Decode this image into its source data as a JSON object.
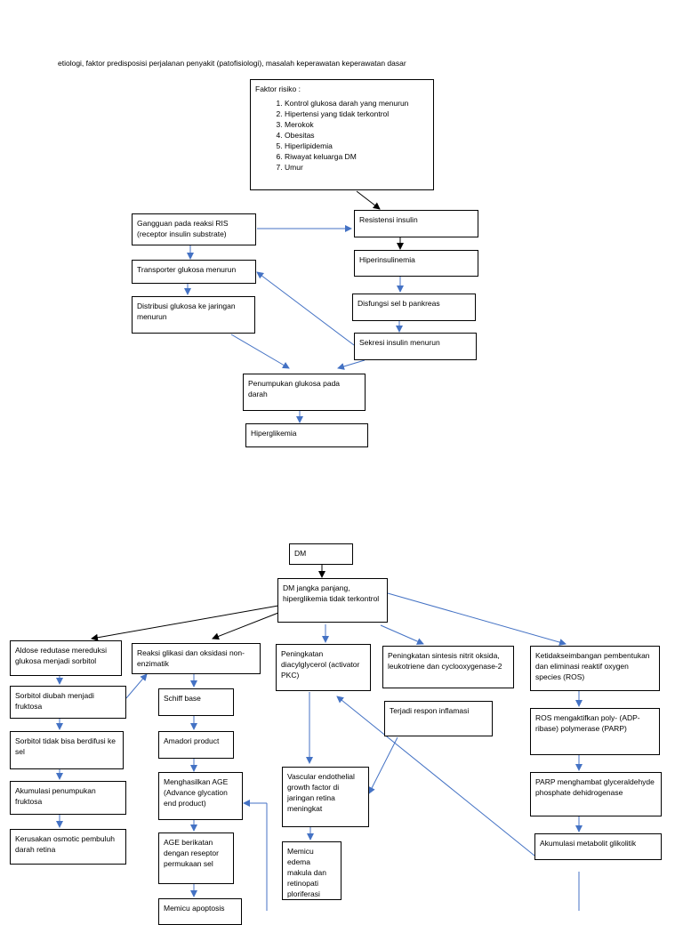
{
  "header": {
    "title": "etiologi, faktor predisposisi perjalanan penyakit (patofisiologi), masalah keperawatan keperawatan dasar"
  },
  "diagram1": {
    "risk_factors": {
      "heading": "Faktor risiko :",
      "items": [
        "Kontrol glukosa darah yang menurun",
        "Hipertensi yang tidak terkontrol",
        "Merokok",
        "Obesitas",
        "Hiperlipidemia",
        "Riwayat keluarga DM",
        "Umur"
      ]
    },
    "ris": "Gangguan pada reaksi RIS (receptor insulin substrate)",
    "resistensi": "Resistensi insulin",
    "hiperinsulinemia": "Hiperinsulinemia",
    "disfungsi": "Disfungsi sel b pankreas",
    "sekresi": "Sekresi insulin menurun",
    "transporter": "Transporter glukosa menurun",
    "distribusi": "Distribusi glukosa ke jaringan menurun",
    "penumpukan": "Penumpukan glukosa pada darah",
    "hiperglikemia": "Hiperglikemia"
  },
  "diagram2": {
    "dm": "DM",
    "dm_long": "DM jangka panjang, hiperglikemia tidak terkontrol",
    "aldose": "Aldose redutase mereduksi glukosa menjadi sorbitol",
    "sorbitol_fruktosa": "Sorbitol diubah menjadi fruktosa",
    "sorbitol_difusi": "Sorbitol tidak bisa berdifusi ke sel",
    "akumulasi_fruktosa": "Akumulasi penumpukan fruktosa",
    "kerusakan": "Kerusakan osmotic pembuluh darah retina",
    "reaksi_glikasi": "Reaksi glikasi dan oksidasi non-enzimatik",
    "schiff": "Schiff base",
    "amadori": "Amadori product",
    "age": "Menghasilkan AGE (Advance glycation end product)",
    "age_reseptor": "AGE berikatan dengan reseptor permukaan sel",
    "apoptosis": "Memicu apoptosis",
    "dag": "Peningkatan diacylglycerol (activator PKC)",
    "nitrit": "Peningkatan sintesis nitrit oksida, leukotriene dan cyclooxygenase-2",
    "inflamasi": "Terjadi respon inflamasi",
    "vegf": "Vascular endothelial growth factor di jaringan retina meningkat",
    "edema": "Memicu edema makula dan retinopati ploriferasi",
    "ros": "Ketidakseimbangan pembentukan dan eliminasi reaktif oxygen species (ROS)",
    "parp_activate": "ROS mengaktifkan poly- (ADP-ribase) polymerase (PARP)",
    "parp_inhibit": "PARP menghambat glyceraldehyde phosphate dehidrogenase",
    "glikolitik": "Akumulasi metabolit glikolitik"
  }
}
